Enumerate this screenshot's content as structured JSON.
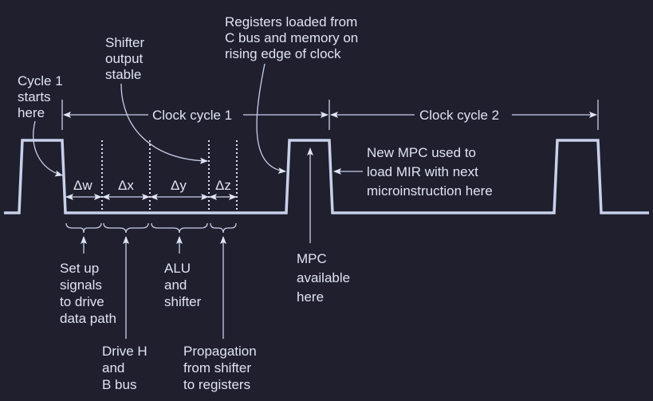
{
  "labels": {
    "cycle1_start": [
      "Cycle 1",
      "starts",
      "here"
    ],
    "shifter_stable": [
      "Shifter",
      "output",
      "stable"
    ],
    "registers_loaded": [
      "Registers loaded from",
      "C bus and memory  on",
      "rising edge of clock"
    ],
    "clock_cycle_1": "Clock cycle 1",
    "clock_cycle_2": "Clock cycle 2",
    "new_mpc": [
      "New MPC used to",
      "load MIR with next",
      "microinstruction here"
    ],
    "deltas": [
      "Δw",
      "Δx",
      "Δy",
      "Δz"
    ],
    "setup_signals": [
      "Set up",
      "signals",
      "to drive",
      "data path"
    ],
    "alu_shifter": [
      "ALU",
      "and",
      "shifter"
    ],
    "mpc_available": [
      "MPC",
      "available",
      "here"
    ],
    "drive_h": [
      "Drive H",
      "and",
      "B bus"
    ],
    "propagation": [
      "Propagation",
      "from shifter",
      "to registers"
    ]
  },
  "colors": {
    "background": "#1f1f2e",
    "line": "#c9d0ea",
    "text": "#dfe3f2"
  }
}
